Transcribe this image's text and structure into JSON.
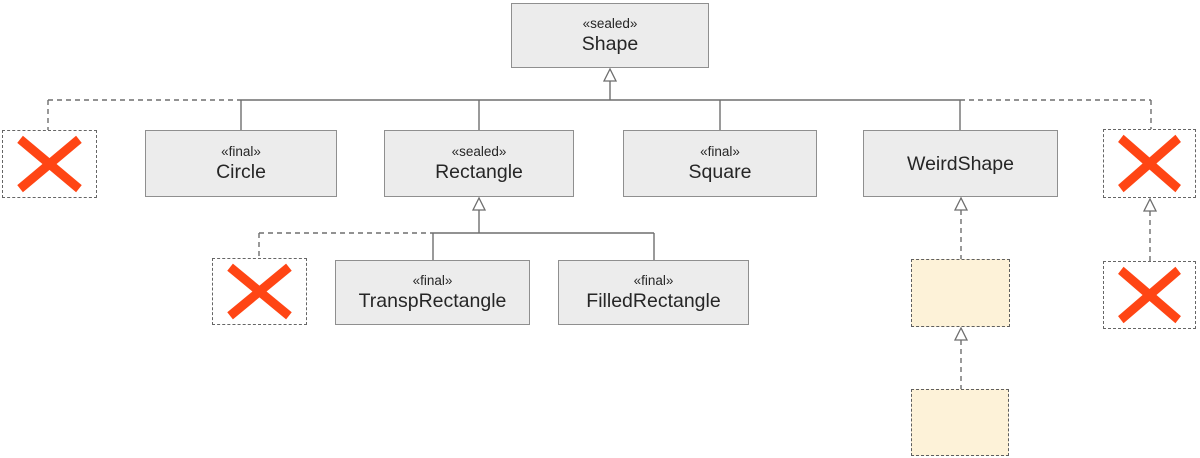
{
  "diagram": {
    "type": "uml-class-inheritance-diagram",
    "classes": [
      {
        "id": "shape",
        "stereotype": "«sealed»",
        "name": "Shape"
      },
      {
        "id": "circle",
        "stereotype": "«final»",
        "name": "Circle"
      },
      {
        "id": "rectangle",
        "stereotype": "«sealed»",
        "name": "Rectangle"
      },
      {
        "id": "square",
        "stereotype": "«final»",
        "name": "Square"
      },
      {
        "id": "weirdshape",
        "stereotype": "",
        "name": "WeirdShape"
      },
      {
        "id": "transp-rectangle",
        "stereotype": "«final»",
        "name": "TranspRectangle"
      },
      {
        "id": "filled-rectangle",
        "stereotype": "«final»",
        "name": "FilledRectangle"
      }
    ],
    "placeholders": {
      "forbidden_boxes": 4,
      "forbidden_icon": "red-x-cross",
      "hidden_boxes": 2
    },
    "colors": {
      "background": "#ffffff",
      "node-fill": "#ececec",
      "node-border": "#8f8f8f",
      "text": "#262626",
      "line": "#6e6e6e",
      "forbidden-x": "#ff4514",
      "hidden-fill": "#fdf2d8"
    }
  }
}
